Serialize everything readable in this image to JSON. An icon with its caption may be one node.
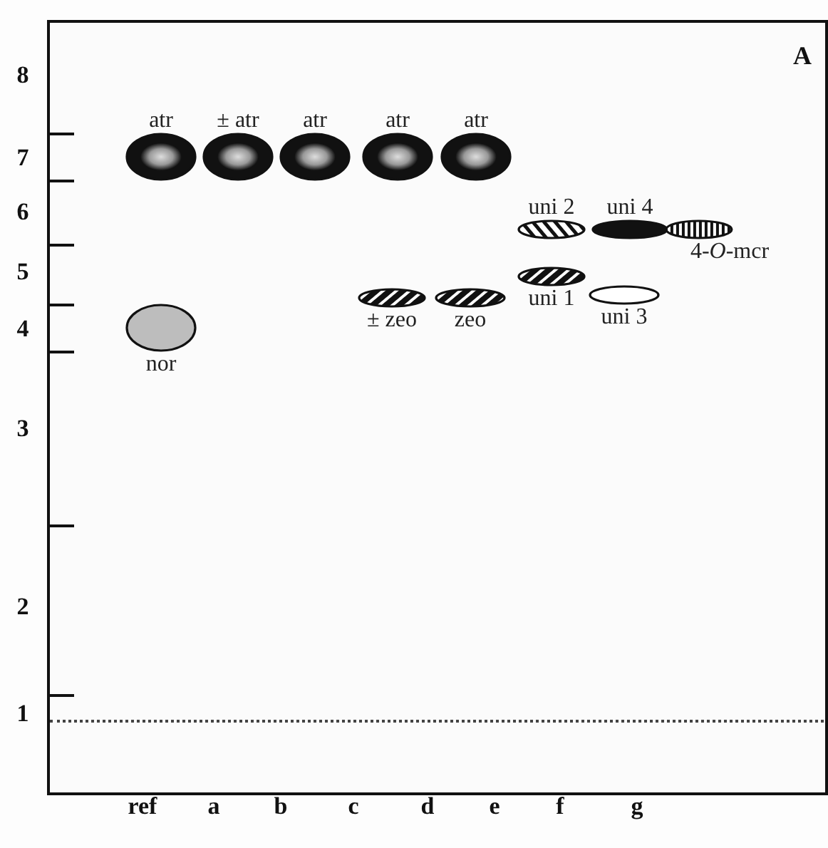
{
  "diagram": {
    "nodes": [
      {
        "text": [
          "atr"
        ]
      },
      {
        "text": [
          "± atr"
        ]
      },
      {
        "text": [
          "atr"
        ]
      },
      {
        "text": [
          "atr"
        ]
      },
      {
        "text": [
          "atr"
        ]
      },
      {
        "text": [
          "uni 2"
        ]
      },
      {
        "text": [
          "uni 4"
        ]
      },
      {
        "text": [
          "4-*O*-mcr"
        ]
      },
      {
        "text": [
          "uni 1"
        ]
      },
      {
        "text": [
          "± zeo"
        ]
      },
      {
        "text": [
          "zeo"
        ]
      },
      {
        "text": [
          "uni 3"
        ]
      },
      {
        "text": [
          "nor"
        ]
      }
    ],
    "labels": [
      "A",
      "8",
      "7",
      "6",
      "5",
      "4",
      "3",
      "2",
      "1",
      "ref",
      "a",
      "b",
      "c",
      "d",
      "e",
      "f",
      "g"
    ]
  }
}
